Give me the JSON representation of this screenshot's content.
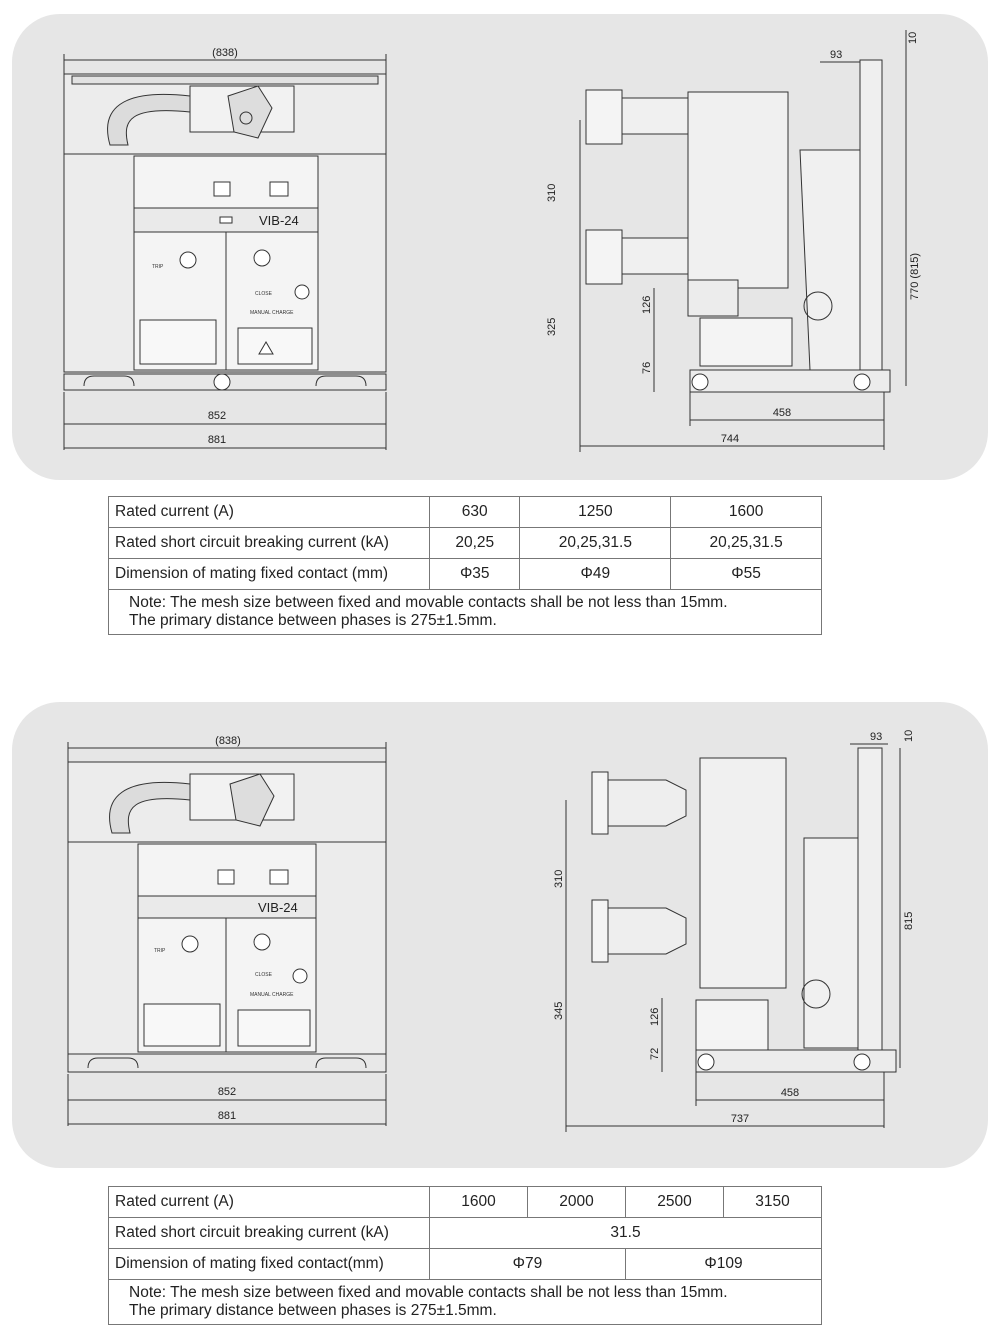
{
  "drawing1": {
    "front_dims": {
      "top": "(838)",
      "inner": "852",
      "outer": "881"
    },
    "side_dims": {
      "d93": "93",
      "d10": "10",
      "d310": "310",
      "d325": "325",
      "d126": "126",
      "d76": "76",
      "d770": "770 (815)",
      "d458": "458",
      "d744": "744"
    },
    "model": "VIB-24",
    "labels": {
      "trip": "TRIP",
      "close": "CLOSE",
      "manual_charge": "MANUAL  CHARGE"
    }
  },
  "table1": {
    "rows": [
      {
        "header": "Rated current (A)",
        "values": [
          "630",
          "1250",
          "1600"
        ]
      },
      {
        "header": "Rated short circuit breaking current (kA)",
        "values": [
          "20,25",
          "20,25,31.5",
          "20,25,31.5"
        ]
      },
      {
        "header": "Dimension of mating fixed contact (mm)",
        "values": [
          "Φ35",
          "Φ49",
          "Φ55"
        ]
      }
    ],
    "note_line1": "Note: The mesh size between fixed and movable contacts shall be not less than 15mm.",
    "note_line2": "The primary distance between phases is 275±1.5mm."
  },
  "drawing2": {
    "front_dims": {
      "top": "(838)",
      "inner": "852",
      "outer": "881"
    },
    "side_dims": {
      "d93": "93",
      "d10": "10",
      "d310": "310",
      "d345": "345",
      "d126": "126",
      "d72": "72",
      "d815": "815",
      "d458": "458",
      "d737": "737"
    },
    "model": "VIB-24",
    "labels": {
      "trip": "TRIP",
      "close": "CLOSE",
      "manual_charge": "MANUAL  CHARGE"
    }
  },
  "table2": {
    "rows": [
      {
        "header": "Rated current (A)",
        "values": [
          "1600",
          "2000",
          "2500",
          "3150"
        ]
      },
      {
        "header": "Rated short circuit breaking current (kA)",
        "values": [
          "31.5"
        ]
      },
      {
        "header": "Dimension of mating fixed contact(mm)",
        "values": [
          "Φ79",
          "Φ109"
        ]
      }
    ],
    "note_line1": "Note: The mesh size between fixed and movable contacts shall be not less than 15mm.",
    "note_line2": "The primary distance between phases is 275±1.5mm."
  }
}
